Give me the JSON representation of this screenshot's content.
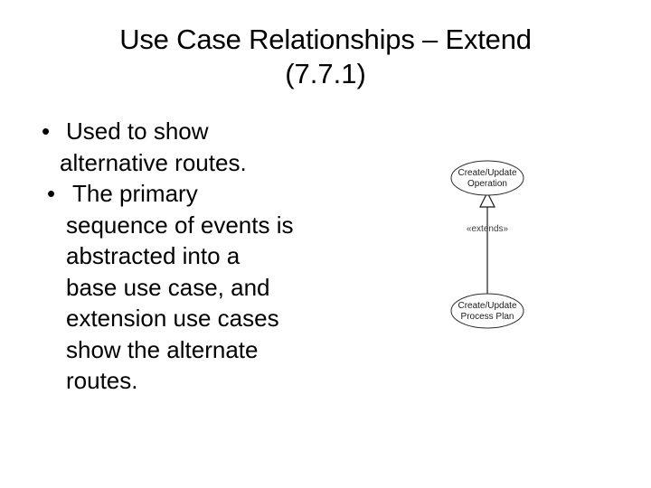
{
  "slide": {
    "background_color": "#ffffff",
    "text_color": "#000000"
  },
  "title": {
    "line1": "Use Case Relationships – Extend",
    "line2": "(7.7.1)",
    "full": "Use Case Relationships – Extend (7.7.1)"
  },
  "body": {
    "bullets": [
      {
        "level": 1,
        "marker": "•",
        "text": "Used to show alternative routes.",
        "lines": [
          "Used to show",
          "alternative routes."
        ]
      },
      {
        "level": 2,
        "marker": "•",
        "text": "The primary sequence of events is abstracted into a base use case, and extension use cases show the alternate routes.",
        "lines": [
          "The primary",
          "sequence of events is",
          "abstracted into a",
          "base use case, and",
          "extension use cases",
          "show the alternate",
          "routes."
        ]
      }
    ]
  },
  "diagram": {
    "type": "uml-use-case",
    "stroke_color": "#1a1a1a",
    "fill_color": "#ffffff",
    "nodes": [
      {
        "id": "extension-use-case",
        "shape": "ellipse",
        "line1": "Create/Update",
        "line2": "Operation",
        "label": "Create/Update Operation"
      },
      {
        "id": "base-use-case",
        "shape": "ellipse",
        "line1": "Create/Update",
        "line2": "Process Plan",
        "label": "Create/Update Process Plan"
      }
    ],
    "relationship": {
      "stereotype": "«extends»",
      "from": "base-use-case",
      "to": "extension-use-case",
      "arrowhead": "hollow-triangle",
      "line_style": "solid"
    }
  }
}
